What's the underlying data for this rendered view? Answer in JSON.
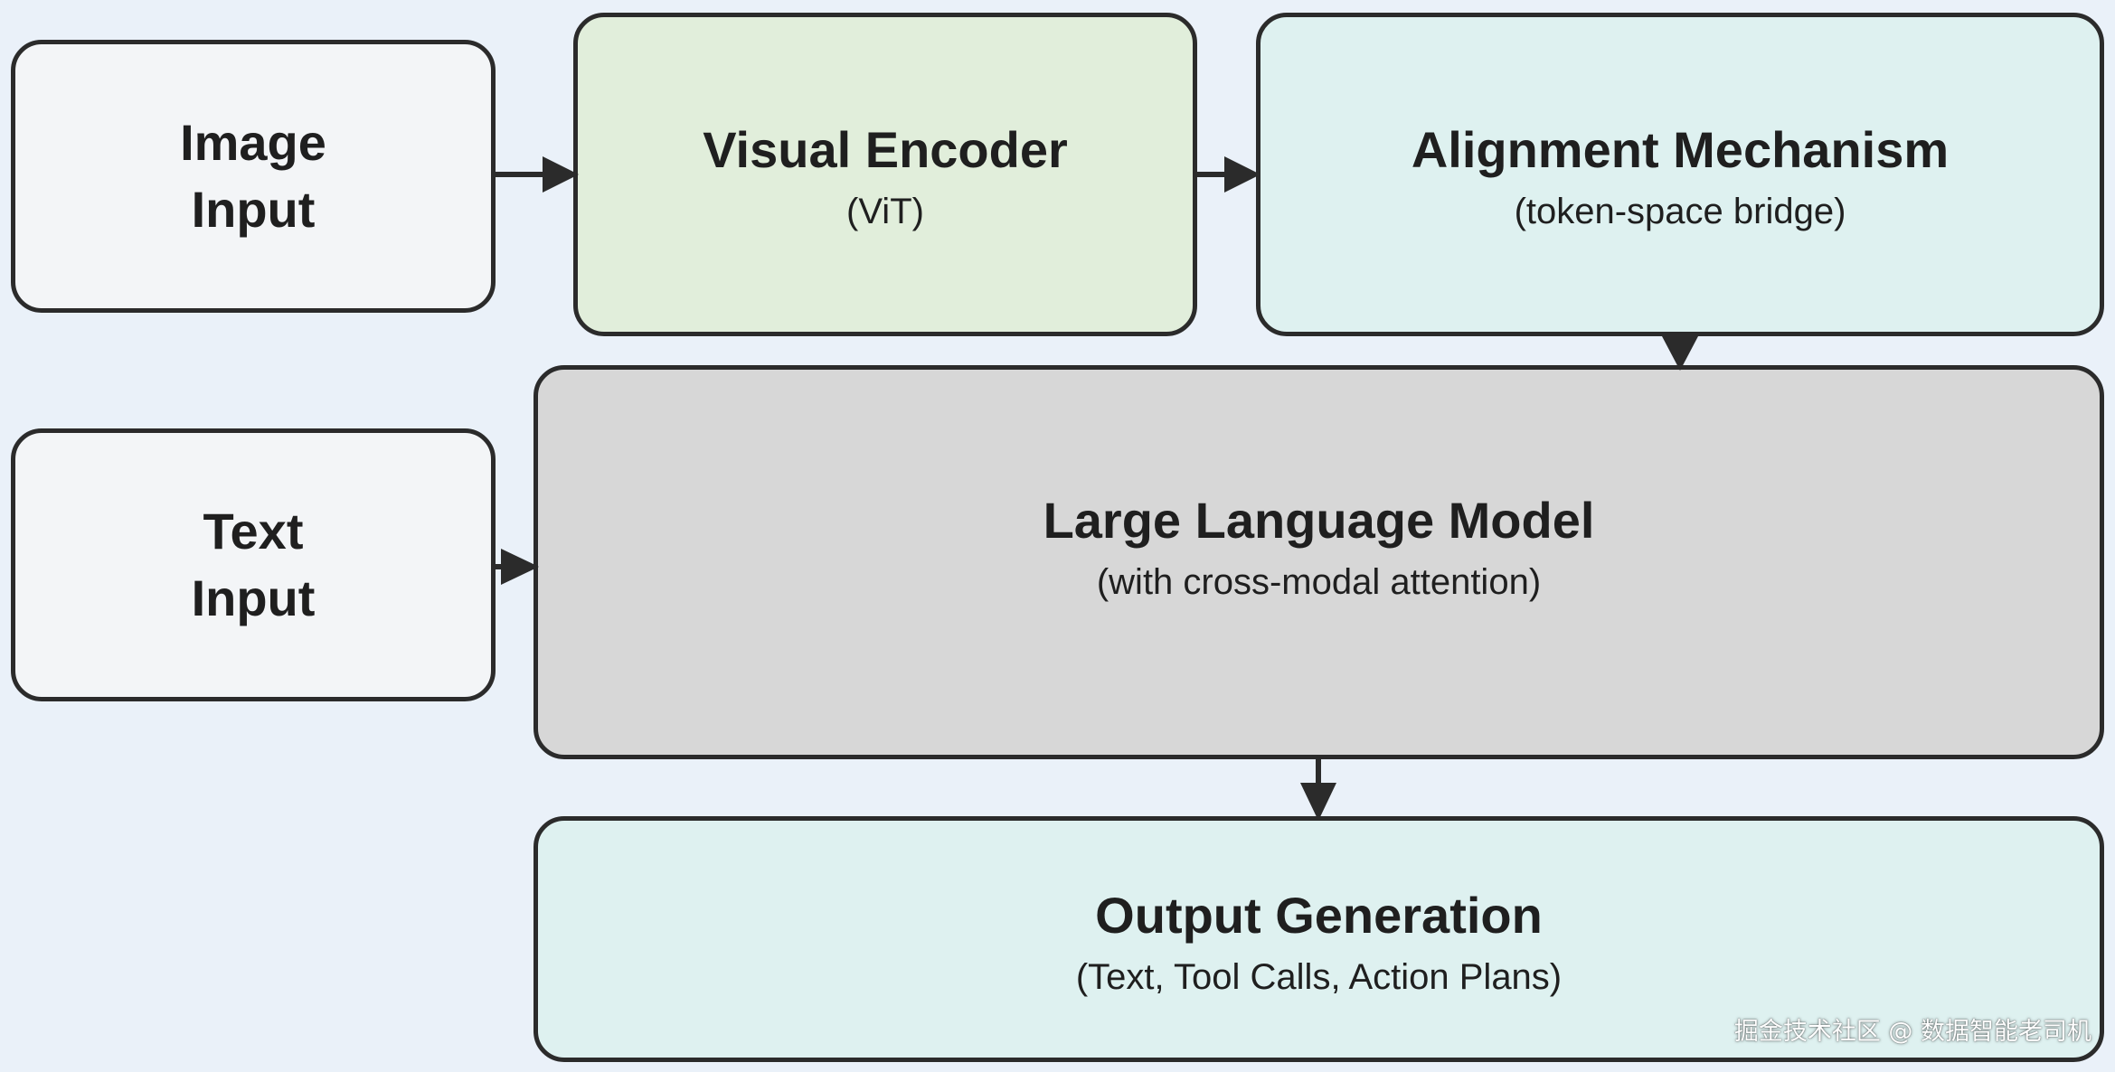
{
  "nodes": {
    "image_input": {
      "title": "Image\nInput"
    },
    "visual_encoder": {
      "title": "Visual Encoder",
      "subtitle": "(ViT)"
    },
    "alignment": {
      "title": "Alignment Mechanism",
      "subtitle": "(token-space bridge)"
    },
    "text_input": {
      "title": "Text\nInput"
    },
    "llm": {
      "title": "Large Language Model",
      "subtitle": "(with cross-modal attention)"
    },
    "output": {
      "title": "Output Generation",
      "subtitle": "(Text, Tool Calls, Action Plans)"
    }
  },
  "watermark": "掘金技术社区 @ 数据智能老司机",
  "colors": {
    "background": "#eaf1f9",
    "input_fill": "#f3f5f7",
    "encoder_fill": "#e1eedb",
    "alignment_fill": "#def1f0",
    "llm_fill": "#d7d7d7",
    "output_fill": "#def1f0",
    "stroke": "#2b2b2b"
  }
}
